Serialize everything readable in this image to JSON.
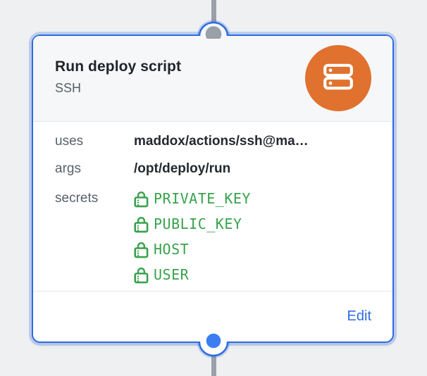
{
  "canvas": {
    "background": "#eef0f2",
    "edge_line_color": "#9aa0a8"
  },
  "node": {
    "title": "Run deploy script",
    "subtitle": "SSH",
    "accent_color": "#2f6bdf",
    "icon": {
      "name": "server-icon",
      "background": "#e0712e"
    },
    "connectors": {
      "top_dot_color": "#9aa0a8",
      "bottom_dot_color": "#3c7ef2"
    },
    "fields": {
      "uses": {
        "label": "uses",
        "value": "maddox/actions/ssh@ma…"
      },
      "args": {
        "label": "args",
        "value": "/opt/deploy/run"
      },
      "secrets": {
        "label": "secrets",
        "color": "#38a24c",
        "values": [
          "PRIVATE_KEY",
          "PUBLIC_KEY",
          "HOST",
          "USER"
        ]
      }
    },
    "footer": {
      "edit_label": "Edit"
    }
  }
}
